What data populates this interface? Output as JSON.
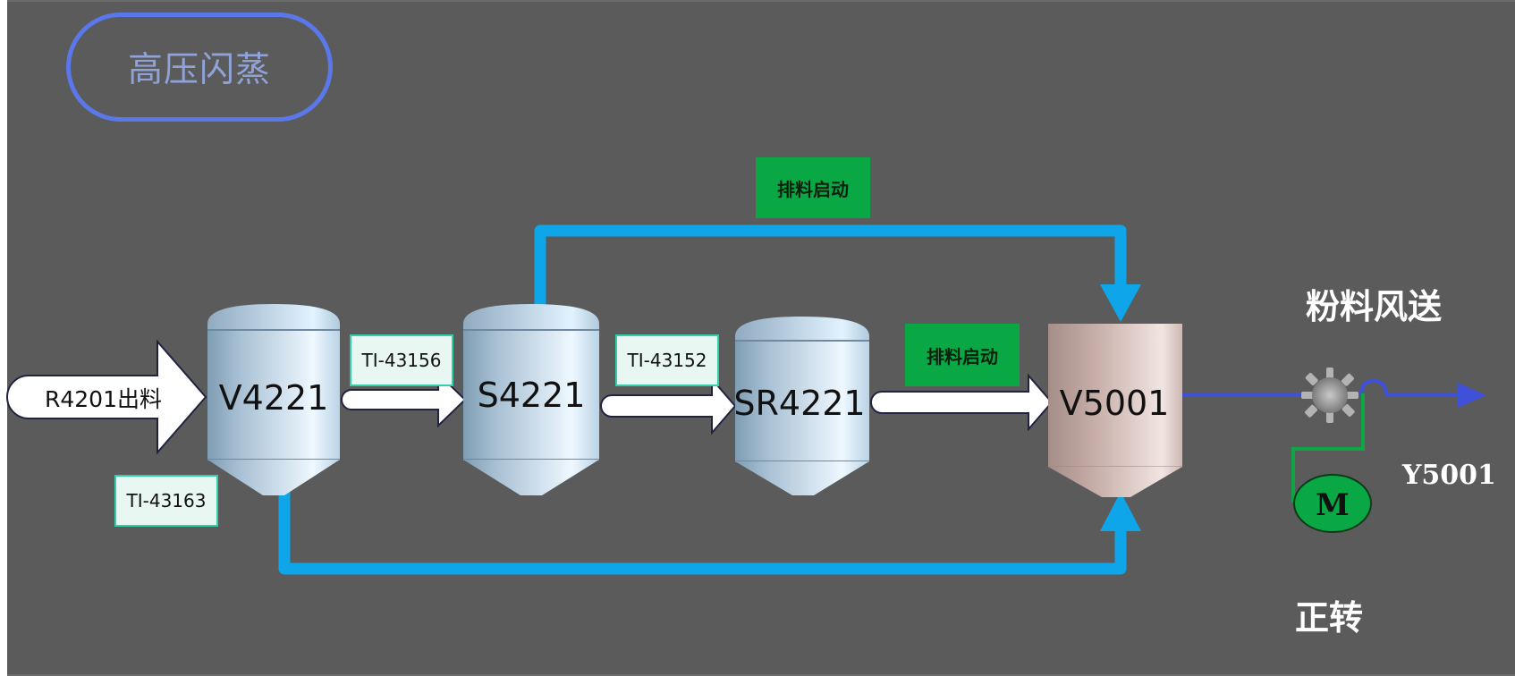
{
  "title": "高压闪蒸",
  "inlet": {
    "label": "R4201出料"
  },
  "vessels": [
    {
      "id": "v4221",
      "label": "V4221"
    },
    {
      "id": "s4221",
      "label": "S4221"
    },
    {
      "id": "sr4221",
      "label": "SR4221"
    },
    {
      "id": "v5001",
      "label": "V5001"
    }
  ],
  "tags": {
    "ti_43156": "TI-43156",
    "ti_43152": "TI-43152",
    "ti_43163": "TI-43163"
  },
  "buttons": {
    "discharge_top": "排料启动",
    "discharge_mid": "排料启动"
  },
  "conveying": {
    "title": "粉料风送",
    "valve_id": "Y5001",
    "motor_letter": "M",
    "motor_status": "正转"
  },
  "colors": {
    "background": "#5b5b5b",
    "pipe_blue": "#0ea5e9",
    "line_blue": "#3f51d8",
    "green": "#0aa845",
    "title_border": "#5b78ea"
  }
}
